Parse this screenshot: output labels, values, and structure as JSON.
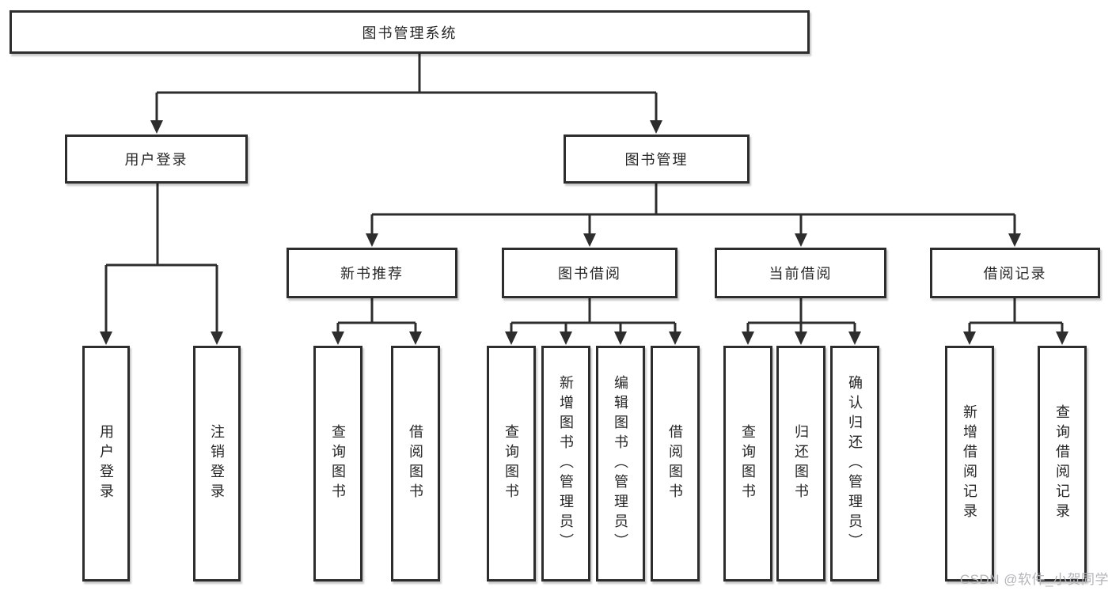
{
  "colors": {
    "line": "#2d2d2d",
    "box_border": "#2d2d2d",
    "text": "#262626",
    "watermark": "#b4b4b9",
    "background": "#ffffff"
  },
  "tree": {
    "root": {
      "label": "图书管理系统"
    },
    "branches": [
      {
        "label": "用户登录",
        "children": [
          {
            "label": "用户登录"
          },
          {
            "label": "注销登录"
          }
        ]
      },
      {
        "label": "图书管理",
        "children": [
          {
            "label": "新书推荐",
            "children": [
              {
                "label": "查询图书"
              },
              {
                "label": "借阅图书"
              }
            ]
          },
          {
            "label": "图书借阅",
            "children": [
              {
                "label": "查询图书"
              },
              {
                "label": "新增图书（管理员）"
              },
              {
                "label": "编辑图书（管理员）"
              },
              {
                "label": "借阅图书"
              }
            ]
          },
          {
            "label": "当前借阅",
            "children": [
              {
                "label": "查询图书"
              },
              {
                "label": "归还图书"
              },
              {
                "label": "确认归还（管理员）"
              }
            ]
          },
          {
            "label": "借阅记录",
            "children": [
              {
                "label": "新增借阅记录"
              },
              {
                "label": "查询借阅记录"
              }
            ]
          }
        ]
      }
    ]
  },
  "watermark": {
    "text": "CSDN @软件_小贺同学"
  }
}
